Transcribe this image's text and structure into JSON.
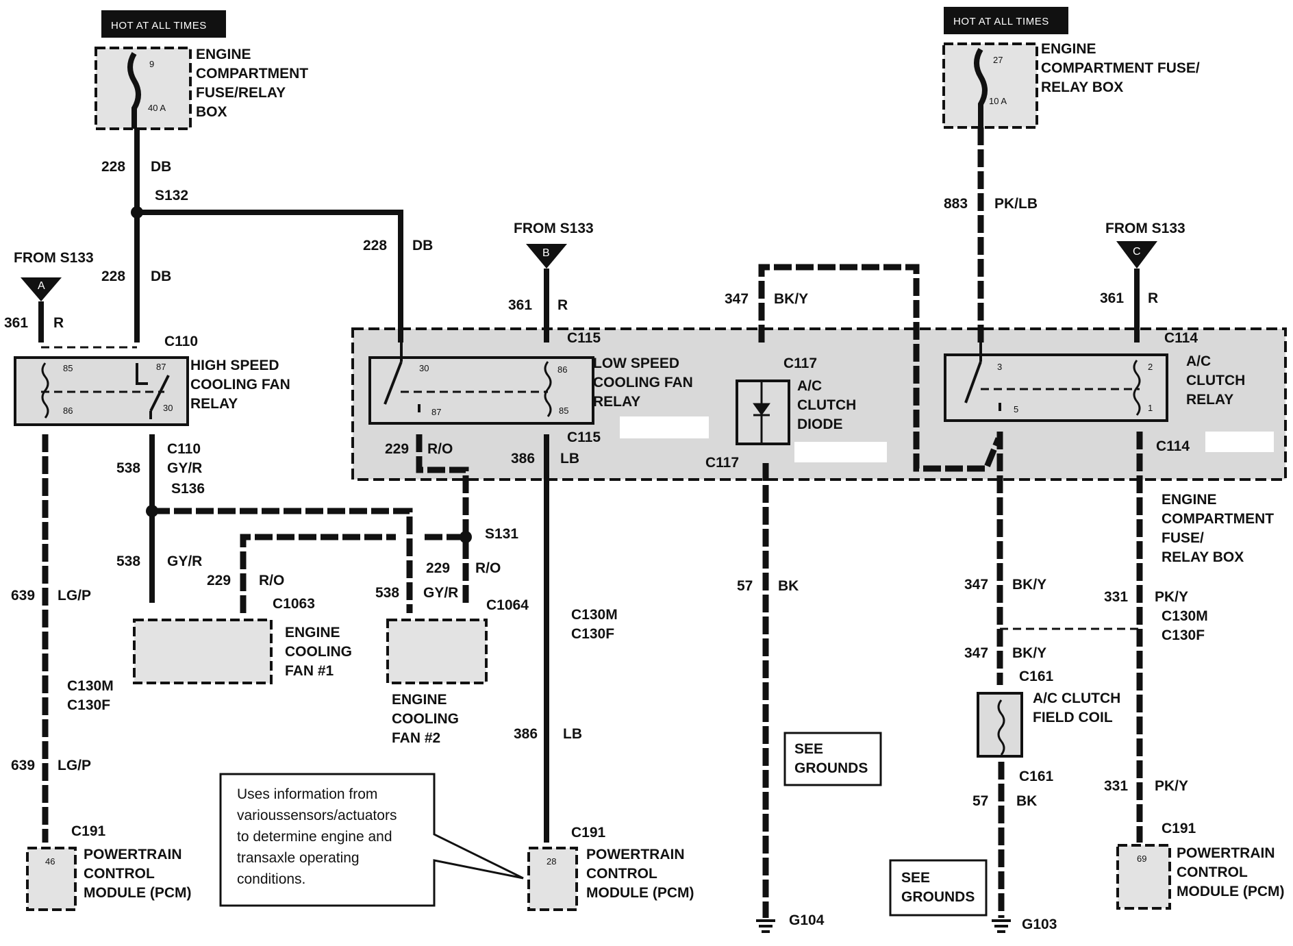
{
  "hot_labels": [
    "HOT AT ALL TIMES",
    "HOT AT ALL TIMES"
  ],
  "fuse_left": {
    "title": [
      "ENGINE",
      "COMPARTMENT",
      "FUSE/RELAY",
      "BOX"
    ],
    "fuse_no": "9",
    "rating": "40 A"
  },
  "fuse_right": {
    "title": [
      "ENGINE",
      "COMPARTMENT FUSE/",
      "RELAY BOX"
    ],
    "fuse_no": "27",
    "rating": "10 A"
  },
  "wires": {
    "w228a": [
      "228",
      "DB"
    ],
    "w228b": [
      "228",
      "DB"
    ],
    "w228c": [
      "228",
      "DB"
    ],
    "w361a": [
      "361",
      "R"
    ],
    "w361b": [
      "361",
      "R"
    ],
    "w361c": [
      "361",
      "R"
    ],
    "w883": [
      "883",
      "PK/LB"
    ],
    "w347a": [
      "347",
      "BK/Y"
    ],
    "w347b": [
      "347",
      "BK/Y"
    ],
    "w347c": [
      "347",
      "BK/Y"
    ],
    "w538a": [
      "538",
      "GY/R"
    ],
    "w538b": [
      "538",
      "GY/R"
    ],
    "w538c": [
      "538",
      "GY/R"
    ],
    "w229a": [
      "229",
      "R/O"
    ],
    "w229b": [
      "229",
      "R/O"
    ],
    "w229c": [
      "229",
      "R/O"
    ],
    "w386a": [
      "386",
      "LB"
    ],
    "w386b": [
      "386",
      "LB"
    ],
    "w639a": [
      "639",
      "LG/P"
    ],
    "w639b": [
      "639",
      "LG/P"
    ],
    "w57a": [
      "57",
      "BK"
    ],
    "w57b": [
      "57",
      "BK"
    ],
    "w331a": [
      "331",
      "PK/Y"
    ],
    "w331b": [
      "331",
      "PK/Y"
    ]
  },
  "splices": [
    "S132",
    "S136",
    "S131"
  ],
  "from": [
    {
      "text": "FROM S133",
      "letter": "A"
    },
    {
      "text": "FROM S133",
      "letter": "B"
    },
    {
      "text": "FROM S133",
      "letter": "C"
    }
  ],
  "connectors": {
    "c110a": "C110",
    "c110b": "C110",
    "c115a": "C115",
    "c115b": "C115",
    "c117a": "C117",
    "c117b": "C117",
    "c114a": "C114",
    "c114b": "C114",
    "c1063": "C1063",
    "c1064": "C1064",
    "c130_1": [
      "C130M",
      "C130F"
    ],
    "c130_2": [
      "C130M",
      "C130F"
    ],
    "c130_3": [
      "C130M",
      "C130F"
    ],
    "c161a": "C161",
    "c161b": "C161",
    "c191a": "C191",
    "c191b": "C191",
    "c191c": "C191"
  },
  "relays": {
    "high": {
      "title": [
        "HIGH SPEED",
        "COOLING FAN",
        "RELAY"
      ],
      "pins": [
        "85",
        "87",
        "86",
        "30"
      ]
    },
    "low": {
      "title": [
        "LOW SPEED",
        "COOLING FAN",
        "RELAY"
      ],
      "pins": [
        "30",
        "86",
        "87",
        "85"
      ]
    },
    "ac": {
      "title": [
        "A/C",
        "CLUTCH",
        "RELAY"
      ],
      "pins": [
        "3",
        "2",
        "5",
        "1"
      ]
    }
  },
  "diode": {
    "title": [
      "A/C",
      "CLUTCH",
      "DIODE"
    ]
  },
  "fans": {
    "fan1": [
      "ENGINE",
      "COOLING",
      "FAN #1"
    ],
    "fan2": [
      "ENGINE",
      "COOLING",
      "FAN #2"
    ]
  },
  "fuse_box_mid": [
    "ENGINE",
    "COMPARTMENT",
    "FUSE/",
    "RELAY BOX"
  ],
  "coil": [
    "A/C CLUTCH",
    "FIELD COIL"
  ],
  "pcm": {
    "title": [
      "POWERTRAIN",
      "CONTROL",
      "MODULE (PCM)"
    ],
    "pins": [
      "46",
      "28",
      "69"
    ]
  },
  "grounds": {
    "see": [
      "SEE",
      "GROUNDS"
    ],
    "g104": "G104",
    "g103": "G103"
  },
  "callout": [
    "Uses information from",
    "varioussensors/actuators",
    "to determine engine and",
    "transaxle operating",
    "conditions."
  ]
}
